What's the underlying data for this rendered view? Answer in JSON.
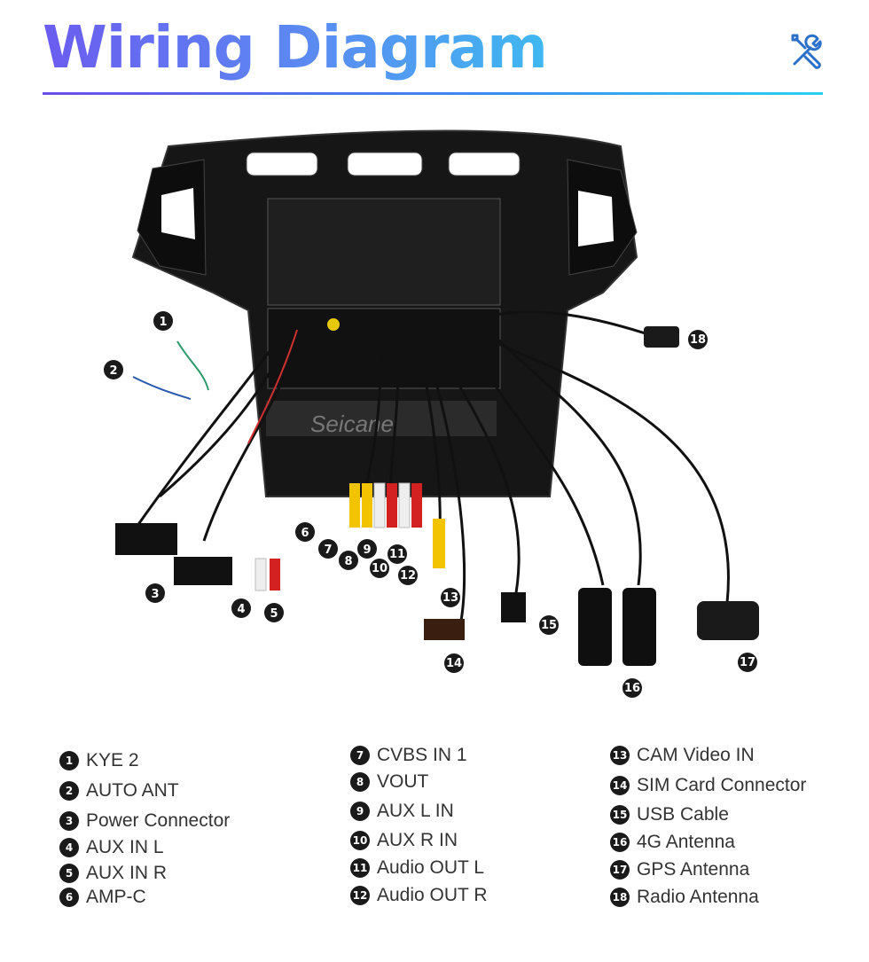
{
  "header": {
    "title": "Wiring Diagram",
    "icon": "tools-icon",
    "title_gradient": [
      "#6b5cf0",
      "#3fb8f0"
    ]
  },
  "diagram": {
    "watermark": "Seicane",
    "callouts": [
      "1",
      "2",
      "3",
      "4",
      "5",
      "6",
      "7",
      "8",
      "9",
      "10",
      "11",
      "12",
      "13",
      "14",
      "15",
      "16",
      "17",
      "18"
    ]
  },
  "legend": [
    {
      "num": "1",
      "label": "KYE 2"
    },
    {
      "num": "2",
      "label": "AUTO ANT"
    },
    {
      "num": "3",
      "label": "Power Connector"
    },
    {
      "num": "4",
      "label": "AUX IN L"
    },
    {
      "num": "5",
      "label": "AUX IN R"
    },
    {
      "num": "6",
      "label": "AMP-C"
    },
    {
      "num": "7",
      "label": "CVBS IN 1"
    },
    {
      "num": "8",
      "label": "VOUT"
    },
    {
      "num": "9",
      "label": "AUX L IN"
    },
    {
      "num": "10",
      "label": "AUX R IN"
    },
    {
      "num": "11",
      "label": "Audio OUT L"
    },
    {
      "num": "12",
      "label": "Audio OUT R"
    },
    {
      "num": "13",
      "label": "CAM Video IN"
    },
    {
      "num": "14",
      "label": "SIM Card Connector"
    },
    {
      "num": "15",
      "label": "USB Cable"
    },
    {
      "num": "16",
      "label": "4G Antenna"
    },
    {
      "num": "17",
      "label": "GPS Antenna"
    },
    {
      "num": "18",
      "label": "Radio Antenna"
    }
  ]
}
